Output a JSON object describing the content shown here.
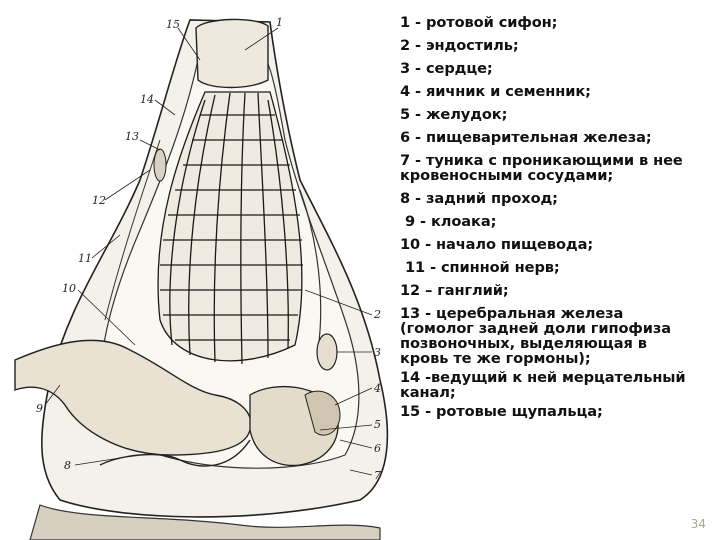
{
  "diagram": {
    "callout_numbers": [
      "1",
      "2",
      "3",
      "4",
      "5",
      "6",
      "7",
      "8",
      "9",
      "10",
      "11",
      "12",
      "13",
      "14",
      "15"
    ]
  },
  "legend": [
    "1 - ротовой сифон;",
    "2 - эндостиль;",
    "3 - сердце;",
    "4 - яичник и семенник;",
    "5 - желудок;",
    "6 - пищеварительная железа;",
    "7 - туника с проникающими в нее кровеносными сосудами;",
    "8 - задний проход;",
    " 9 - клоака;",
    "10 - начало пищевода;",
    " 11 - спинной нерв;",
    "12 – ганглий;",
    "13 - церебральная железа (гомолог задней доли гипофиза позвоночных, выделяющая в кровь те же гормоны);",
    "14 -ведущий к ней мерцательный канал;",
    "15 - ротовые щупальца;"
  ],
  "slide_number": "34"
}
